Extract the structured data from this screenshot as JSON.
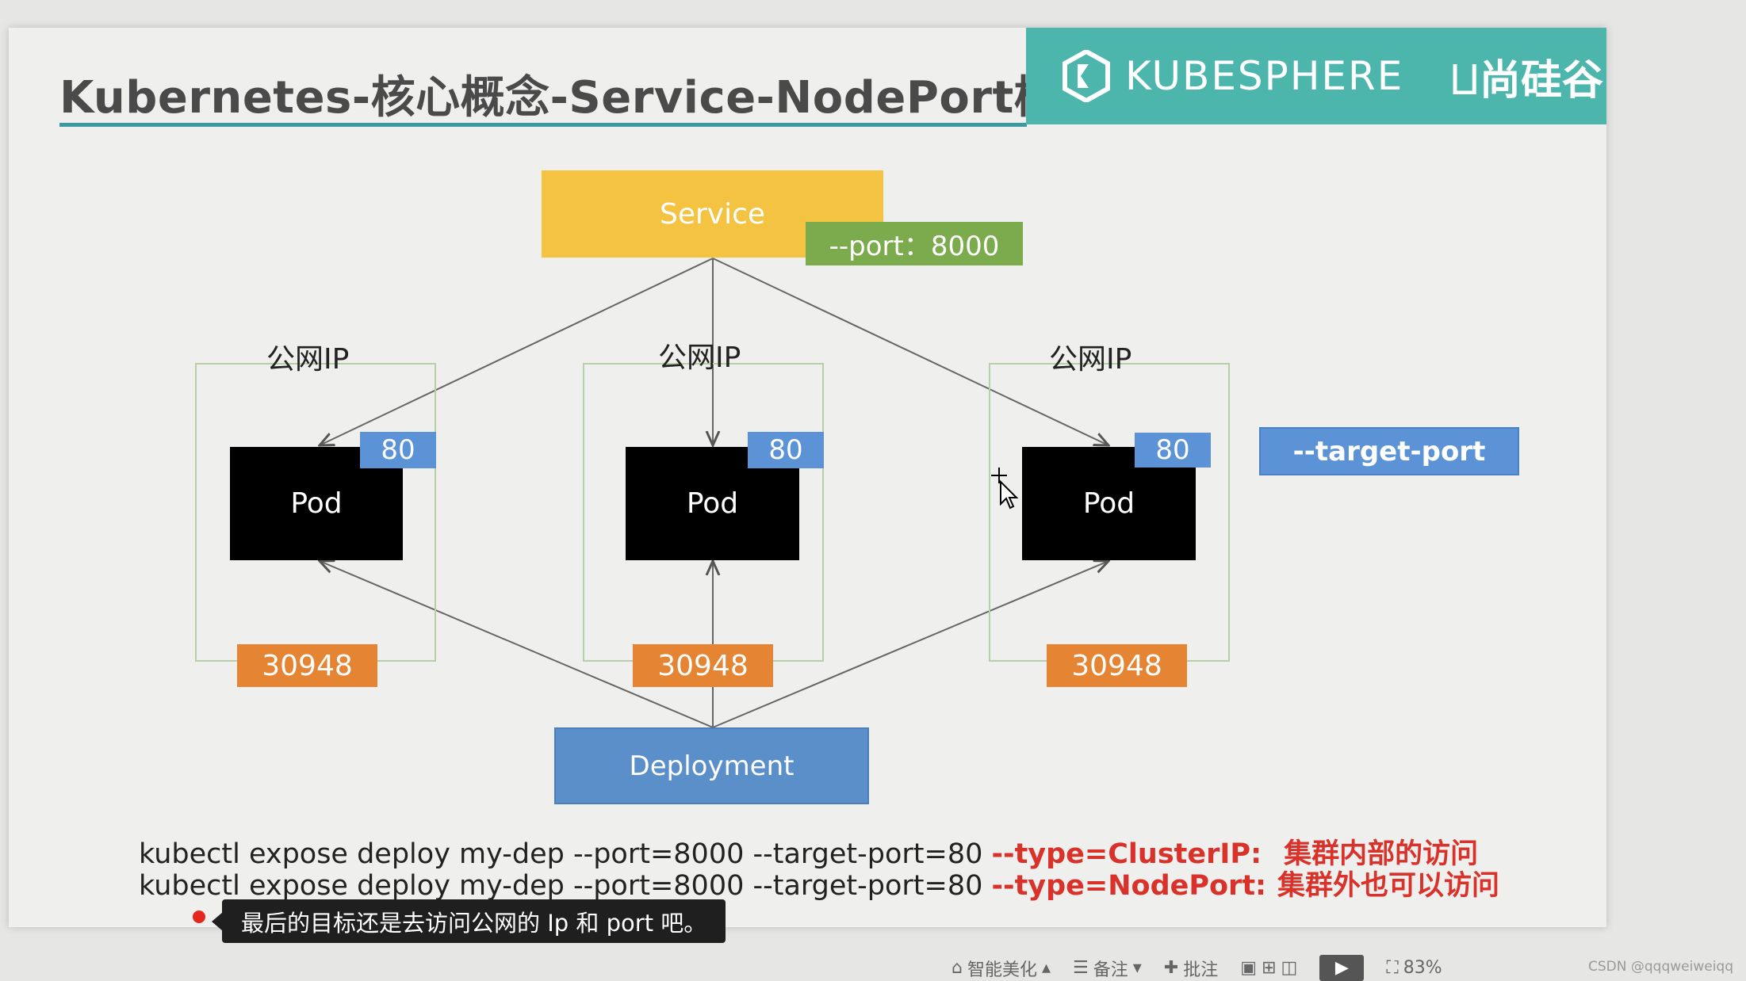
{
  "slide": {
    "title": "Kubernetes-核心概念-Service-NodePort模式",
    "brand": {
      "kubesphere": "KUBESPHERE",
      "partner": "尚硅谷"
    },
    "service_label": "Service",
    "port_label": "--port：8000",
    "public_ip_label": "公网IP",
    "pods": [
      {
        "label": "Pod",
        "container_port": "80",
        "node_port": "30948"
      },
      {
        "label": "Pod",
        "container_port": "80",
        "node_port": "30948"
      },
      {
        "label": "Pod",
        "container_port": "80",
        "node_port": "30948"
      }
    ],
    "target_port_label": "--target-port",
    "deployment_label": "Deployment",
    "commands": [
      {
        "text": "kubectl expose deploy my-dep --port=8000 --target-port=80 ",
        "type_flag": "--type=ClusterIP:",
        "note": "集群内部的访问"
      },
      {
        "text": "kubectl expose deploy my-dep --port=8000 --target-port=80 ",
        "type_flag": "--type=NodePort:",
        "note": "集群外也可以访问"
      }
    ]
  },
  "subtitle": "最后的目标还是去访问公网的 Ip  和 port 吧。",
  "toolbar": {
    "items": [
      {
        "icon": "beautify-icon",
        "label": "智能美化"
      },
      {
        "icon": "notes-icon",
        "label": "备注"
      },
      {
        "icon": "annotate-icon",
        "label": "批注"
      }
    ],
    "zoom": "83%"
  },
  "watermark": "CSDN @qqqweiweiqq",
  "colors": {
    "teal": "#4db6ac",
    "service": "#f5c342",
    "port_badge": "#7bab4c",
    "blue": "#5b93d6",
    "orange": "#e58533",
    "red": "#d8322b"
  }
}
